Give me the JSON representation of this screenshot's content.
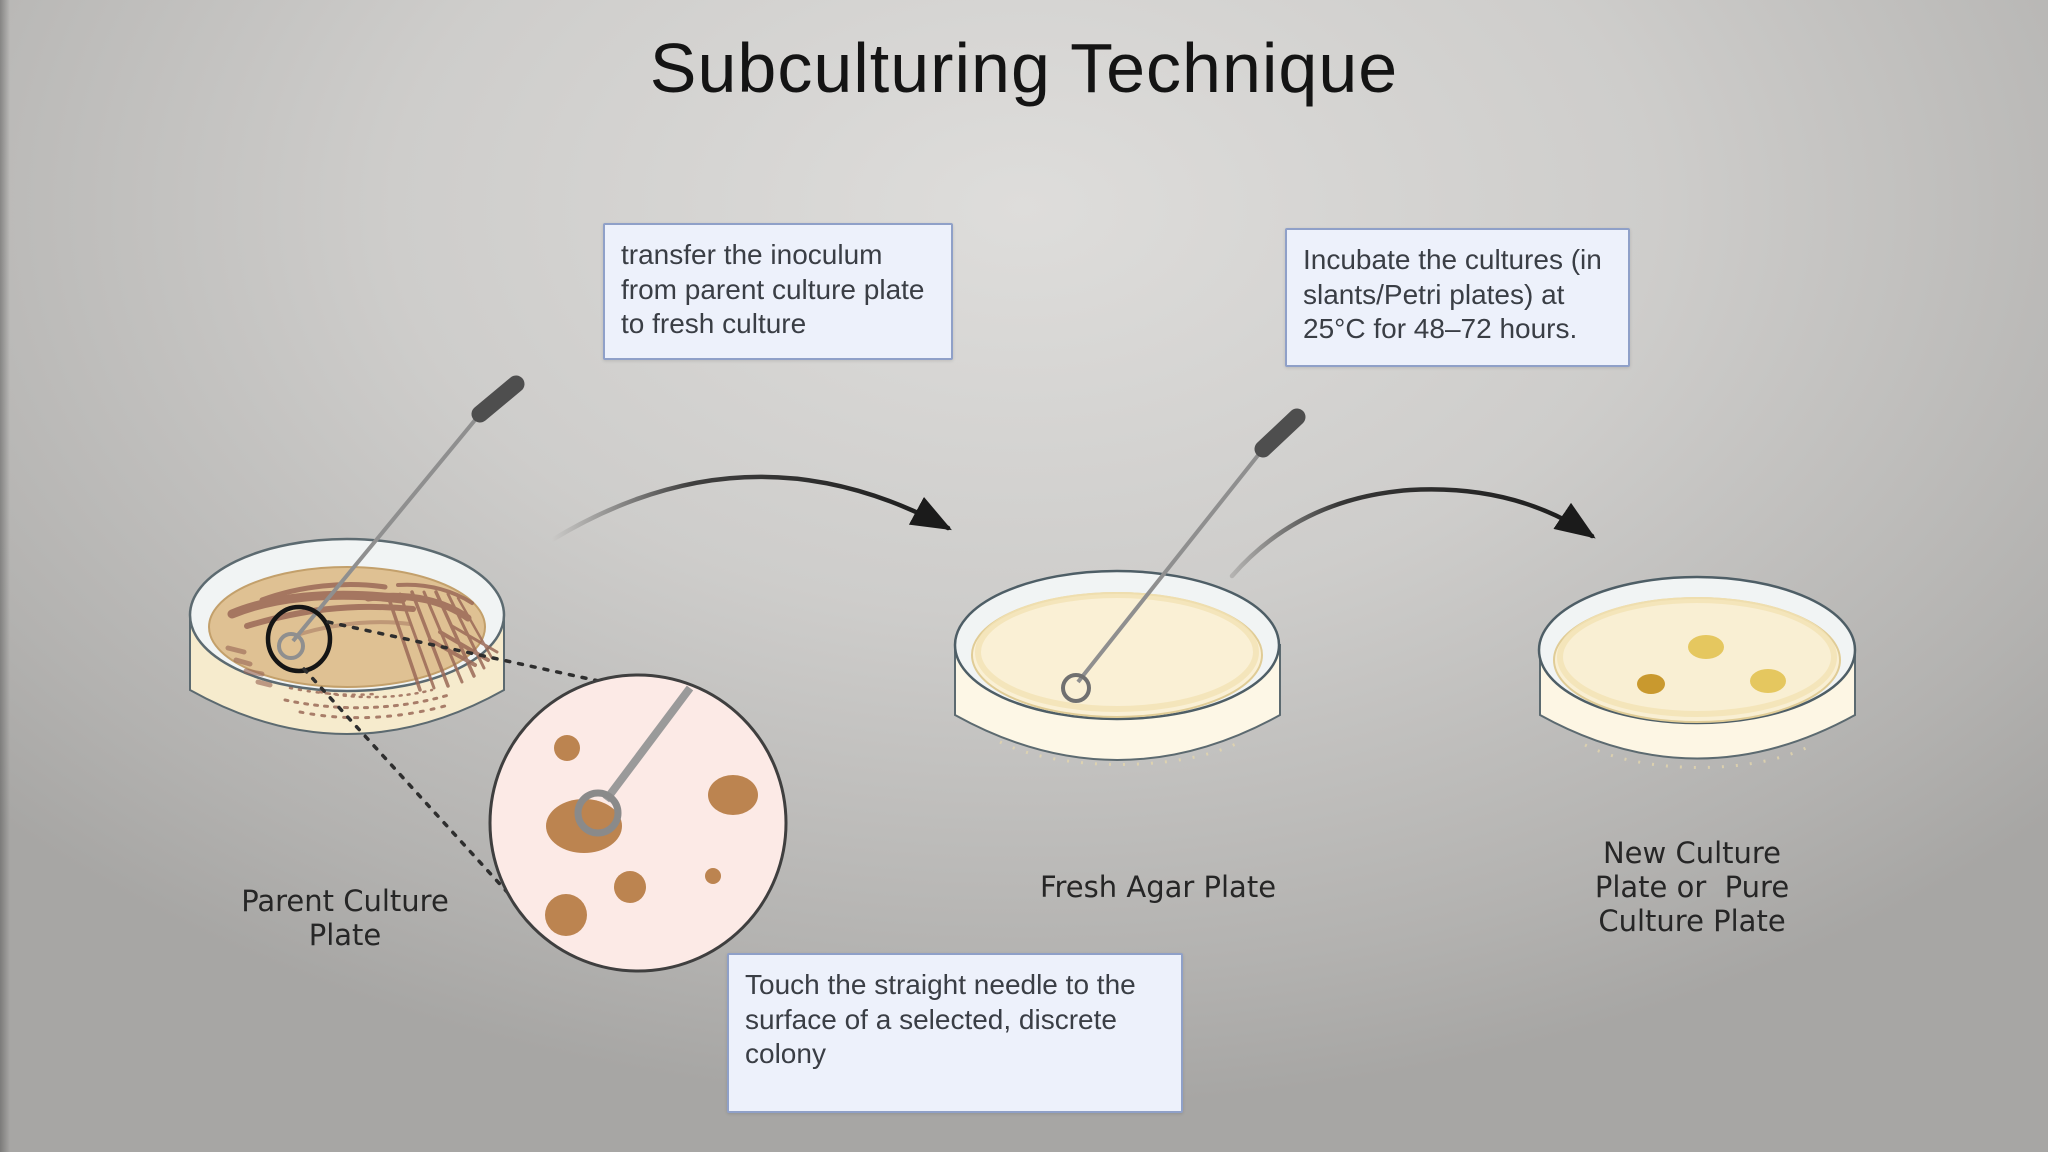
{
  "title": "Subculturing Technique",
  "steps": [
    {
      "callout": "transfer the inoculum from parent culture plate to fresh culture"
    },
    {
      "callout": "Incubate the cultures (in slants/Petri plates) at 25°C for 48–72 hours."
    },
    {
      "callout": "Touch the straight needle to the surface of a selected, discrete colony"
    }
  ],
  "plates": [
    {
      "label": "Parent Culture Plate"
    },
    {
      "label": "Fresh Agar Plate"
    },
    {
      "label": "New Culture Plate or  Pure Culture Plate"
    }
  ],
  "colors": {
    "background_gray": "#c7c6c4",
    "title_text": "#141414",
    "callout_bg": "#edf1fb",
    "callout_border": "#8fa0c8",
    "label_text": "#262626",
    "dish_rim": "#f1f4f4",
    "dish_wall": "#f6ebcd",
    "agar_parent": "#dfc193",
    "agar_fresh": "#faf0d5",
    "agar_new": "#f9efd3",
    "streak_brown": "#9b6a58",
    "magnifier_bg": "#fceae6",
    "colony_brown": "#bc8450",
    "colony_yellow": "#e5c75f",
    "colony_gold": "#c9992e",
    "needle_gray": "#8f8f8f",
    "needle_handle": "#4e4e4e",
    "arrow_black": "#1b1b1b"
  }
}
